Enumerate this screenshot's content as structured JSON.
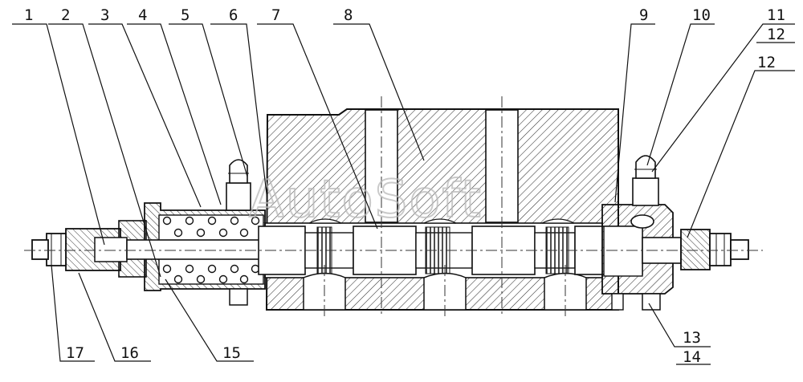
{
  "watermark": "AutoSoft",
  "labels": {
    "p1": "1",
    "p2": "2",
    "p3": "3",
    "p4": "4",
    "p5": "5",
    "p6": "6",
    "p7": "7",
    "p8": "8",
    "p9": "9",
    "p10": "10",
    "p11": "11",
    "p12a": "12",
    "p12b": "12",
    "p13": "13",
    "p14": "14",
    "p15": "15",
    "p16": "16",
    "p17": "17"
  }
}
